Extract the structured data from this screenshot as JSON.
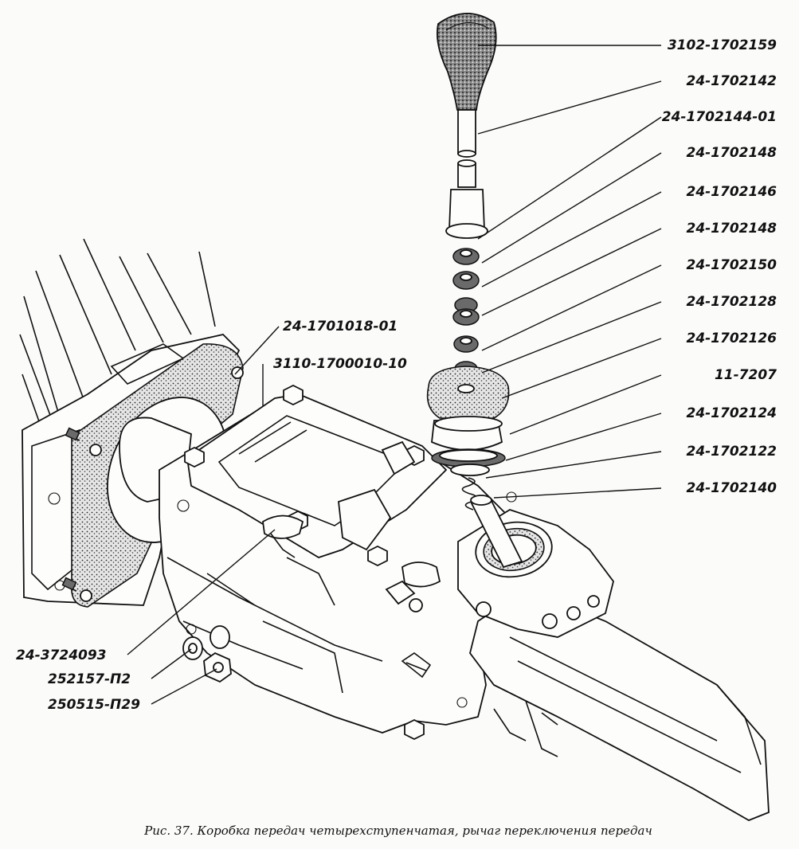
{
  "callouts": [
    {
      "id": "knob",
      "part": "3102-1702159"
    },
    {
      "id": "lever-upper",
      "part": "24-1702142"
    },
    {
      "id": "lever-lower",
      "part": "24-1702144-01"
    },
    {
      "id": "washer-a",
      "part": "24-1702148"
    },
    {
      "id": "bushing",
      "part": "24-1702146"
    },
    {
      "id": "washer-b",
      "part": "24-1702148"
    },
    {
      "id": "spring-seat",
      "part": "24-1702150"
    },
    {
      "id": "spring-washer",
      "part": "24-1702128"
    },
    {
      "id": "boot",
      "part": "24-1702126"
    },
    {
      "id": "clamp",
      "part": "11-7207"
    },
    {
      "id": "retainer",
      "part": "24-1702124"
    },
    {
      "id": "spring",
      "part": "24-1702122"
    },
    {
      "id": "lever-shaft",
      "part": "24-1702140"
    },
    {
      "id": "gasket",
      "part": "24-1701018-01"
    },
    {
      "id": "gearbox",
      "part": "3110-1700010-10"
    },
    {
      "id": "switch",
      "part": "24-3724093"
    },
    {
      "id": "lock-washer",
      "part": "252157-П2"
    },
    {
      "id": "nut",
      "part": "250515-П29"
    }
  ],
  "caption": "Рис. 37. Коробка передач четырехступенчатая, рычаг переключения передач"
}
